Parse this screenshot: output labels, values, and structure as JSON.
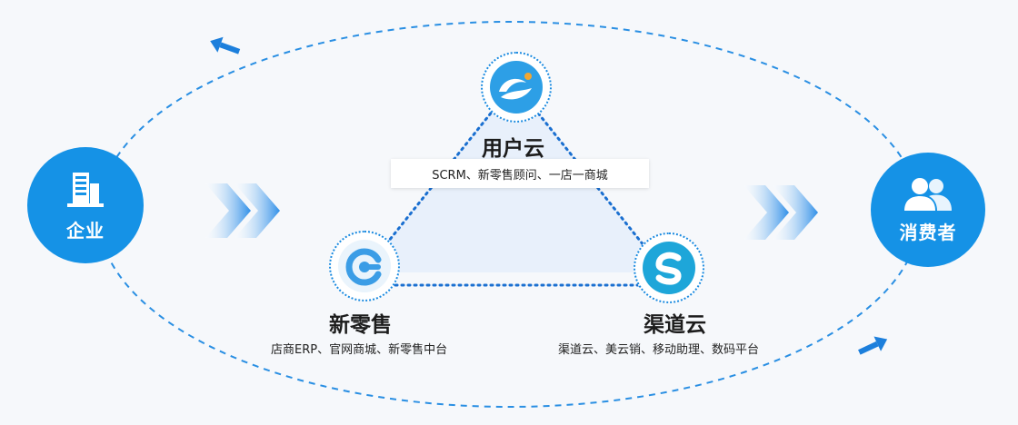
{
  "enterprise": {
    "label": "企业"
  },
  "consumer": {
    "label": "消费者"
  },
  "user_cloud": {
    "title": "用户云",
    "desc": "SCRM、新零售顾问、一店一商城"
  },
  "new_retail": {
    "title": "新零售",
    "desc": "店商ERP、官网商城、新零售中台"
  },
  "channel_cloud": {
    "title": "渠道云",
    "desc": "渠道云、美云销、移动助理、数码平台"
  },
  "colors": {
    "accent": "#1592e6",
    "dotted": "#1a8ae0",
    "triangle_fill": "#e8f0fb"
  }
}
